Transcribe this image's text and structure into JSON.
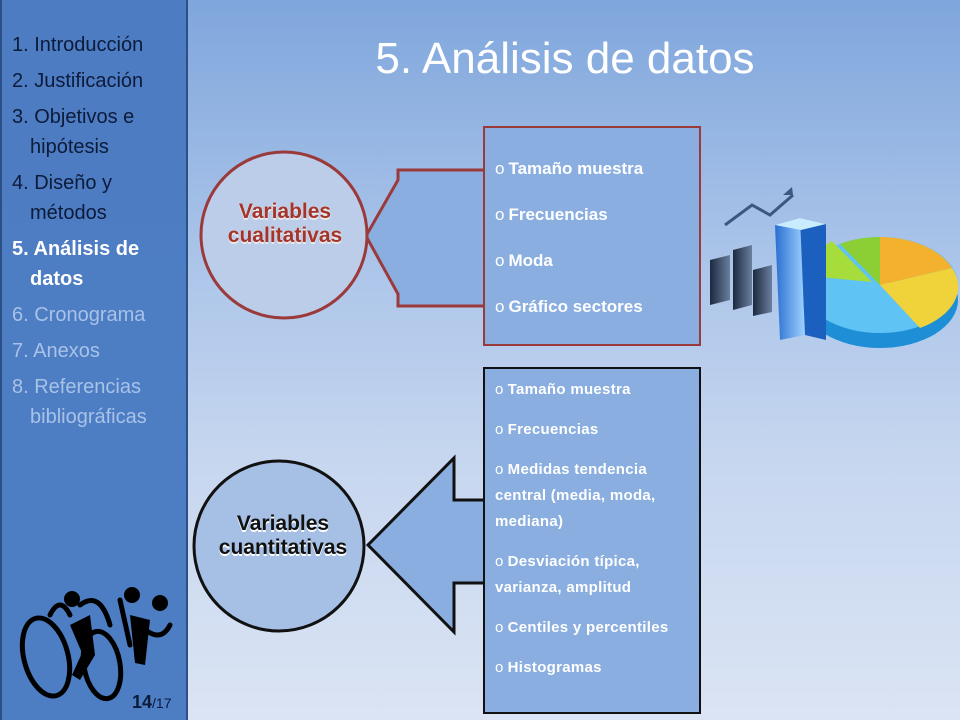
{
  "sidebar": {
    "items": [
      {
        "label": "1. Introducción",
        "state": "normal"
      },
      {
        "label": "2. Justificación",
        "state": "normal"
      },
      {
        "label": "3. Objetivos e hipótesis",
        "state": "normal"
      },
      {
        "label": "4. Diseño y métodos",
        "state": "normal"
      },
      {
        "label": "5. Análisis de datos",
        "state": "active"
      },
      {
        "label": "6. Cronograma",
        "state": "muted"
      },
      {
        "label": "7. Anexos",
        "state": "muted"
      },
      {
        "label": "8. Referencias bibliográficas",
        "state": "muted"
      }
    ],
    "page_current": "14",
    "page_total": "/17"
  },
  "slide": {
    "title": "5. Análisis de datos",
    "bullet_char": "o",
    "qualitative": {
      "label_line1": "Variables",
      "label_line2": "cualitativas",
      "items": [
        "Tamaño muestra",
        "Frecuencias",
        "Moda",
        "Gráfico sectores"
      ]
    },
    "quantitative": {
      "label_line1": "Variables",
      "label_line2": "cuantitativas",
      "items": [
        "Tamaño muestra",
        "Frecuencias",
        "Medidas tendencia central (media, moda, mediana)",
        "Desviación típica, varianza, amplitud",
        "Centiles y percentiles",
        "Histogramas"
      ]
    }
  },
  "colors": {
    "accent_red": "#a5352b",
    "sidebar_blue": "#4d7cc2",
    "box_blue": "#89aedf"
  }
}
